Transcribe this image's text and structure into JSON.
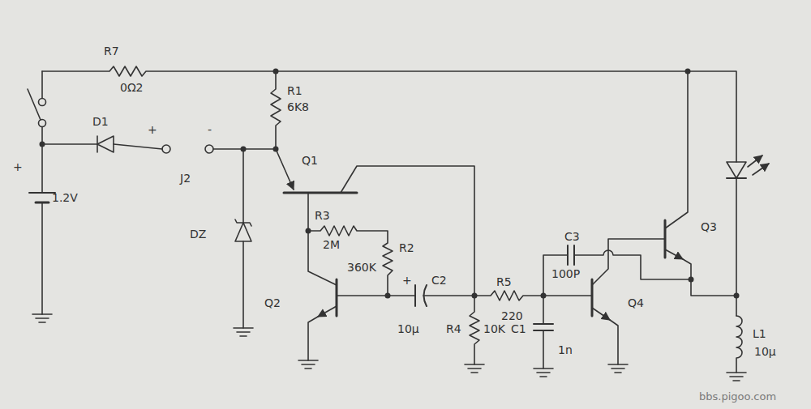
{
  "diagram": {
    "labels": [
      "R7",
      "0Ω2",
      "R1",
      "6K8",
      "D1",
      "+",
      "-",
      "Q1",
      "J2",
      "+",
      "1.2V",
      "R3",
      "2M",
      "DZ",
      "R2",
      "360K",
      "+",
      "C2",
      "C3",
      "Q3",
      "Q2",
      "R5",
      "100P",
      "Q4",
      "10μ",
      "R4",
      "10K",
      "C1",
      "1n",
      "220",
      "L1",
      "10μ",
      "bbs.pigoo.com"
    ]
  }
}
